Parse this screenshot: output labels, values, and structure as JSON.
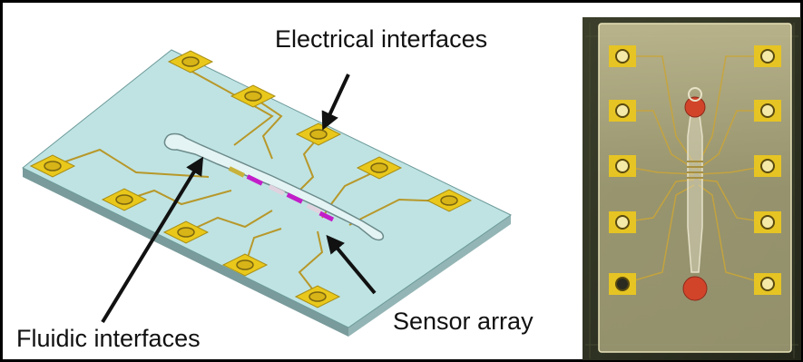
{
  "labels": {
    "electrical": "Electrical interfaces",
    "sensor": "Sensor array",
    "fluidic": "Fluidic interfaces"
  },
  "colors": {
    "chip_surface": "#bfe3e3",
    "pad_gold": "#e9c81b",
    "trace_gold": "#b7982a",
    "sensor_magenta": "#c21ec9",
    "photo_board": "#2f3324",
    "photo_port_red": "#d2442a"
  }
}
